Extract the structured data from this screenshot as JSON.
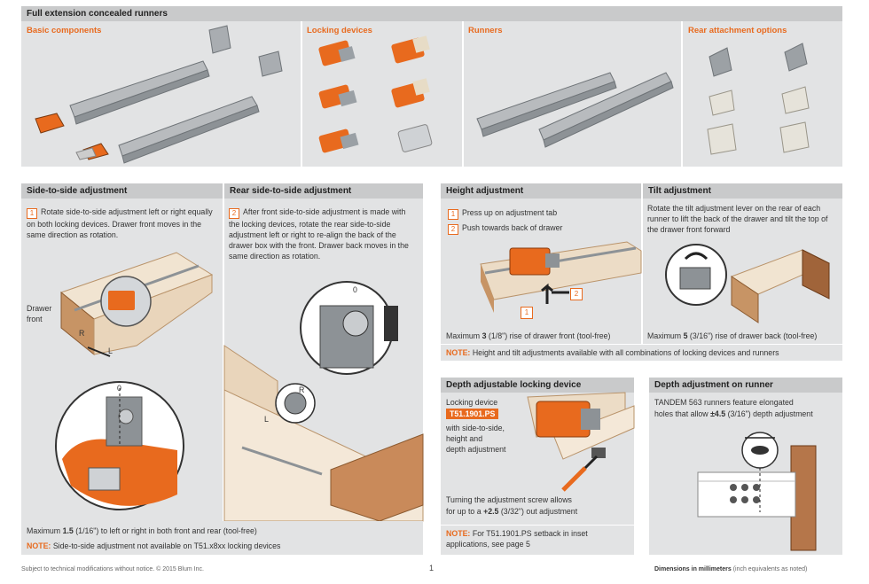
{
  "top": {
    "title": "Full extension concealed runners",
    "sections": [
      "Basic components",
      "Locking devices",
      "Runners",
      "Rear attachment options"
    ]
  },
  "side_to_side": {
    "title": "Side-to-side adjustment",
    "step_num": "1",
    "step_text": "Rotate side-to-side adjustment left or right equally on both locking devices. Drawer front moves in the same direction as rotation.",
    "label_drawer_front": "Drawer front",
    "label_r": "R",
    "label_l": "L",
    "label_zero": "0"
  },
  "rear_side": {
    "title": "Rear side-to-side adjustment",
    "step_num": "2",
    "step_text": "After front side-to-side adjustment is made with the locking devices, rotate the rear side-to-side adjustment left or right to re-align the back of the drawer box with the front. Drawer back moves in the same direction as rotation.",
    "label_zero": "0",
    "label_r": "R",
    "label_l": "L"
  },
  "bottom_left": {
    "max_prefix": "Maximum ",
    "max_value": "1.5",
    "max_suffix": " (1/16\") to left or right in both front and rear (tool-free)",
    "note_label": "NOTE:",
    "note_text": " Side-to-side adjustment not available on T51.x8xx locking devices"
  },
  "height": {
    "title": "Height adjustment",
    "step1_num": "1",
    "step1_text": "Press up on adjustment tab",
    "step2_num": "2",
    "step2_text": "Push towards back of drawer",
    "max_prefix": "Maximum ",
    "max_value": "3",
    "max_suffix": " (1/8\") rise of drawer front (tool-free)",
    "callout_1": "1",
    "callout_2": "2"
  },
  "tilt": {
    "title": "Tilt adjustment",
    "text": "Rotate the tilt adjustment lever on the rear of each runner to lift the back of the drawer and tilt the top of the drawer front forward",
    "max_prefix": "Maximum ",
    "max_value": "5",
    "max_suffix": " (3/16\") rise of drawer back (tool-free)"
  },
  "middle_note": {
    "note_label": "NOTE:",
    "note_text": " Height and tilt adjustments available with all combinations of locking devices and runners"
  },
  "depth_locking": {
    "title": "Depth adjustable locking device",
    "line1": "Locking device",
    "badge": "T51.1901.PS",
    "line2": "with side-to-side,",
    "line3": "height and",
    "line4": "depth adjustment",
    "turn_line1": "Turning the adjustment screw allows",
    "turn_line2_prefix": "for up to a ",
    "turn_value": "+2.5",
    "turn_line2_suffix": " (3/32\") out adjustment",
    "note_label": "NOTE:",
    "note_text": " For T51.1901.PS setback in inset",
    "note_text2": "applications, see page 5"
  },
  "depth_runner": {
    "title": "Depth adjustment on runner",
    "line1": "TANDEM 563 runners feature elongated",
    "line2_prefix": "holes that allow ",
    "line2_value": "±4.5",
    "line2_suffix": " (3/16\") depth adjustment"
  },
  "footer": {
    "left": "Subject to technical modifications without notice.  © 2015 Blum Inc.",
    "page": "1",
    "right_bold": "Dimensions in millimeters",
    "right_rest": " (inch equivalents as noted)"
  },
  "colors": {
    "accent": "#e86a1e",
    "header_bg": "#c9cacb",
    "panel_bg": "#e2e3e4"
  }
}
